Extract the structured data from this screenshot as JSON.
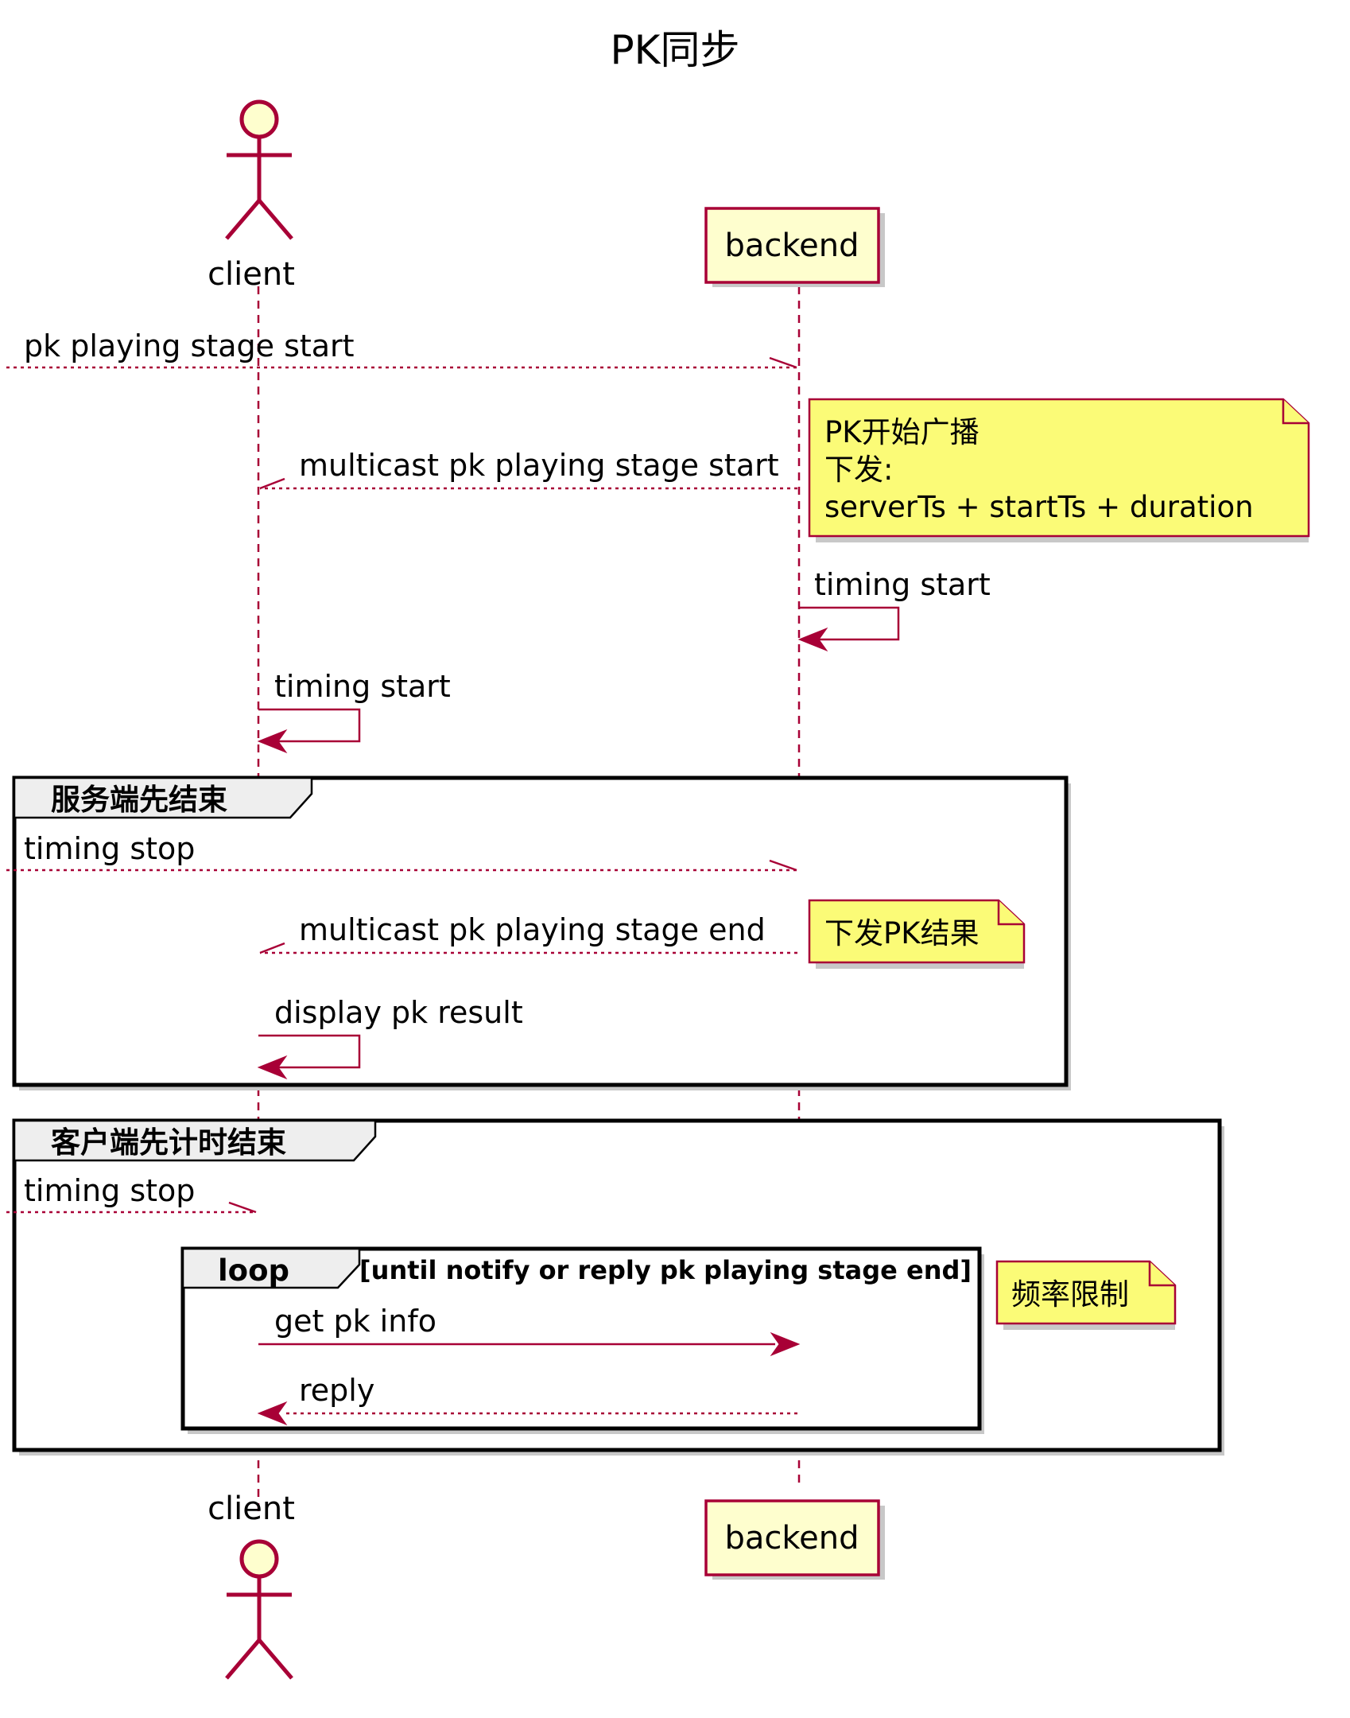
{
  "title": "PK同步",
  "participants": {
    "client": "client",
    "backend": "backend"
  },
  "messages": {
    "m1": "pk playing stage start",
    "m2": "multicast pk playing stage start",
    "m3": "timing start",
    "m4": "timing start",
    "m5": "timing stop",
    "m6": "multicast pk playing stage end",
    "m7": "display pk result",
    "m8": "timing stop",
    "m9": "get pk info",
    "m10": "reply"
  },
  "notes": {
    "n1": [
      "PK开始广播",
      "下发:",
      "serverTs + startTs + duration"
    ],
    "n2": "下发PK结果",
    "n3": "频率限制"
  },
  "frames": {
    "group1": "服务端先结束",
    "group2": "客户端先计时结束",
    "loop_label": "loop",
    "loop_condition": "[until notify or reply pk playing stage end]"
  },
  "colors": {
    "accent": "#A80036",
    "participant_fill": "#FEFECE",
    "note_fill": "#FBFB77",
    "frame_tab_fill": "#EEEEEE"
  }
}
